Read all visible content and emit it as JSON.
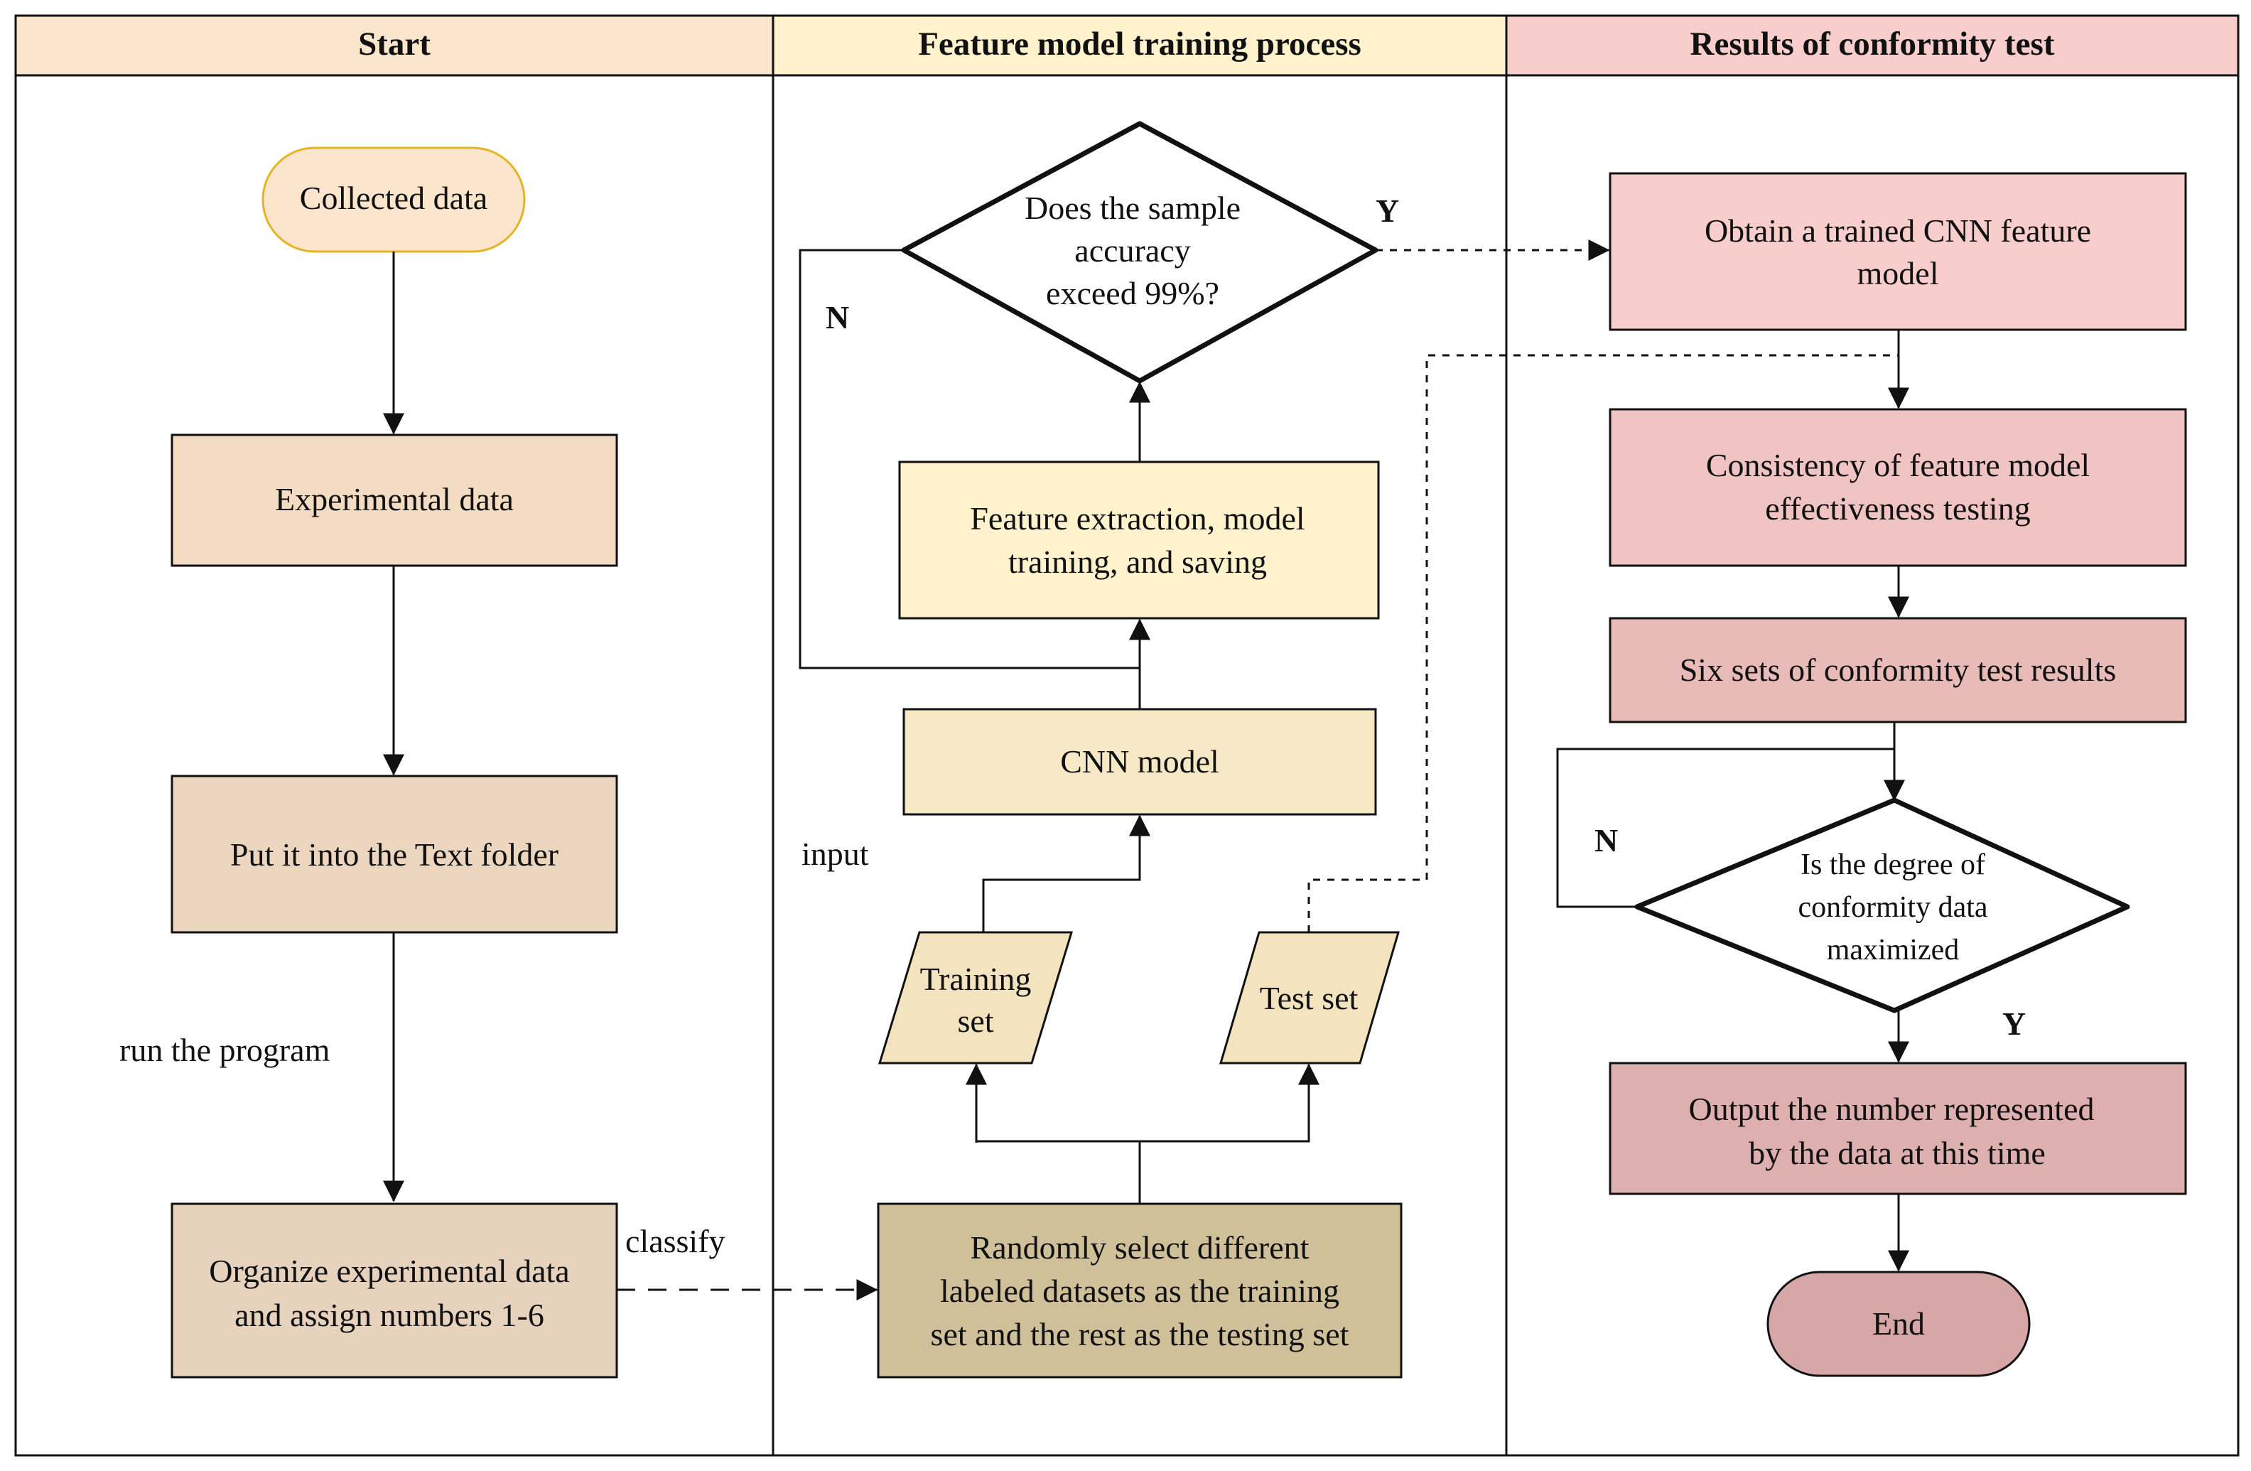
{
  "lanes": {
    "start": {
      "title": "Start",
      "color": "#fbe5cd"
    },
    "training": {
      "title": "Feature model training process",
      "color": "#fff2cc"
    },
    "results": {
      "title": "Results of conformity test",
      "color": "#f8cecc"
    }
  },
  "nodes": {
    "collected_data": {
      "text": "Collected data",
      "fill": "#fbe5cd",
      "stroke": "#e6b422"
    },
    "experimental_data": {
      "text": "Experimental data",
      "fill": "#f3dcc2"
    },
    "text_folder": {
      "text": "Put it into the Text folder",
      "fill": "#ecd6c0"
    },
    "organize": {
      "lines": [
        "Organize experimental data",
        "and assign numbers 1-6"
      ],
      "fill": "#e7d2bd"
    },
    "random_select": {
      "lines": [
        "Randomly select different",
        "labeled datasets as the training",
        "set and the rest as the testing set"
      ],
      "fill": "#cfc09a"
    },
    "training_set": {
      "lines": [
        "Training",
        "set"
      ],
      "fill": "#f3e3bf"
    },
    "test_set": {
      "text": "Test set",
      "fill": "#f3e3bf"
    },
    "cnn_model": {
      "text": "CNN model",
      "fill": "#f8e9c6"
    },
    "feature_extraction": {
      "lines": [
        "Feature extraction, model",
        "training, and saving"
      ],
      "fill": "#fff2cc"
    },
    "accuracy_decision": {
      "lines": [
        "Does the sample",
        "accuracy",
        "exceed 99%?"
      ]
    },
    "trained_model": {
      "lines": [
        "Obtain a trained CNN feature",
        "model"
      ],
      "fill": "#f8cecc"
    },
    "consistency_testing": {
      "lines": [
        "Consistency of feature model",
        "effectiveness testing"
      ],
      "fill": "#efc4c2"
    },
    "six_sets": {
      "text": "Six sets of conformity test results",
      "fill": "#e8bbb9"
    },
    "conformity_decision": {
      "lines": [
        "Is the degree of",
        "conformity data",
        "maximized"
      ]
    },
    "output_number": {
      "lines": [
        "Output the number represented",
        "by the data at this time"
      ],
      "fill": "#ddb0af"
    },
    "end": {
      "text": "End",
      "fill": "#d7a6a6"
    }
  },
  "edge_labels": {
    "run_program": "run the program",
    "classify": "classify",
    "input": "input",
    "acc_yes": "Y",
    "acc_no": "N",
    "conf_no": "N",
    "conf_yes": "Y"
  }
}
